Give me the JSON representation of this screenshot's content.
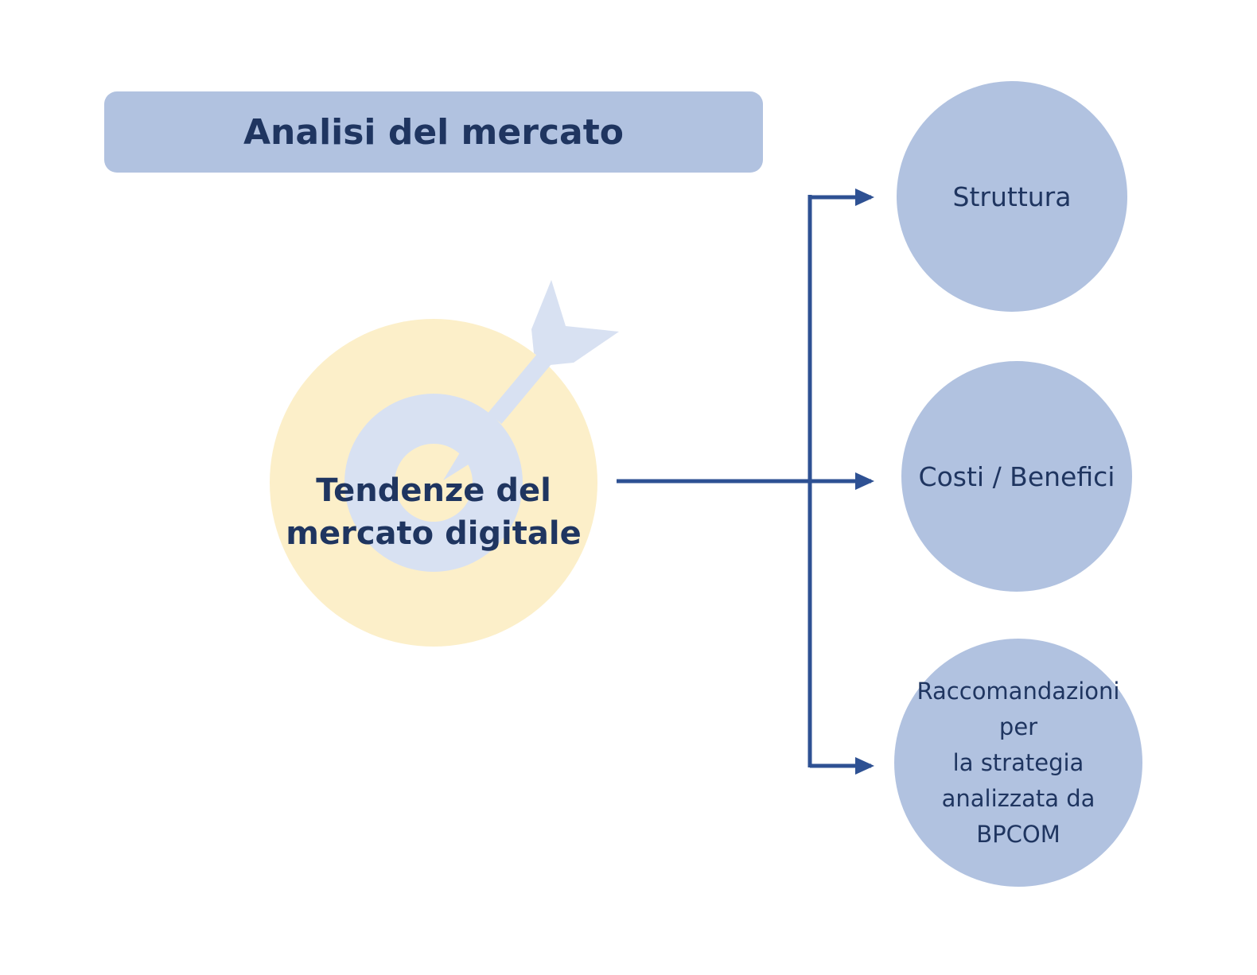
{
  "title": "Analisi del mercato",
  "center": {
    "label": "Tendenze del mercato digitale"
  },
  "nodes": [
    {
      "label": "Struttura"
    },
    {
      "label": "Costi / Benefici"
    },
    {
      "label": "Raccomandazioni\nper\nla strategia\nanalizzata da\nBPCOM"
    }
  ],
  "colors": {
    "title_bg": "#b1c2e0",
    "node_bg": "#b1c2e0",
    "target_outer": "#fcefc9",
    "target_inner": "#d8e1f2",
    "connector": "#2e5193",
    "text": "#1f3560"
  },
  "icons": {
    "center": "target-with-arrow-icon"
  }
}
